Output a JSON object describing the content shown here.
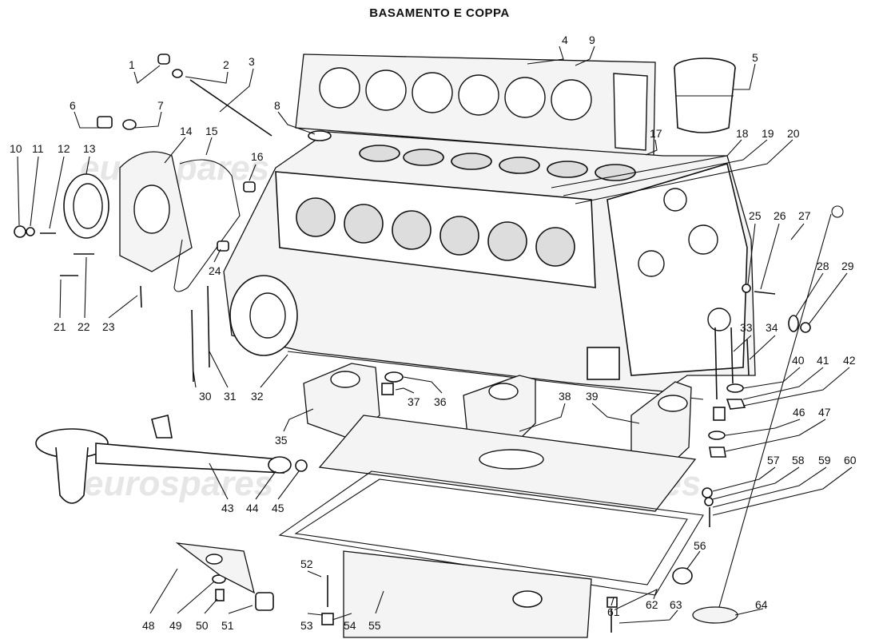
{
  "title": "BASAMENTO E COPPA",
  "watermark": "eurospares",
  "callouts": [
    "1",
    "2",
    "3",
    "4",
    "5",
    "6",
    "7",
    "8",
    "9",
    "10",
    "11",
    "12",
    "13",
    "14",
    "15",
    "16",
    "17",
    "18",
    "19",
    "20",
    "21",
    "22",
    "23",
    "24",
    "25",
    "26",
    "27",
    "28",
    "29",
    "30",
    "31",
    "32",
    "33",
    "34",
    "35",
    "36",
    "37",
    "38",
    "39",
    "40",
    "41",
    "42",
    "43",
    "44",
    "45",
    "46",
    "47",
    "48",
    "49",
    "50",
    "51",
    "52",
    "53",
    "54",
    "55",
    "56",
    "57",
    "58",
    "59",
    "60",
    "61",
    "62",
    "63",
    "64"
  ]
}
